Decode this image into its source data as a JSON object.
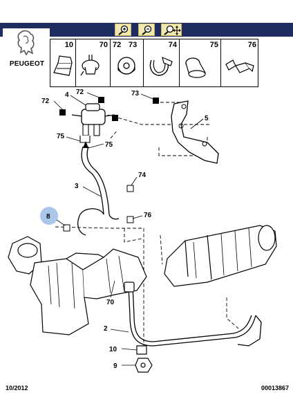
{
  "toolbar": {
    "buttons": [
      {
        "name": "zoom-in-icon"
      },
      {
        "name": "zoom-out-icon"
      },
      {
        "name": "zoom-move-icon"
      }
    ]
  },
  "logo": {
    "text": "PEUGEOT"
  },
  "ref_table": {
    "cells": [
      "10",
      "70",
      "72",
      "73",
      "74",
      "75",
      "76"
    ]
  },
  "callouts": {
    "c72a": "72",
    "c4": "4",
    "c72b": "72",
    "c73": "73",
    "c5": "5",
    "c75a": "75",
    "c75b": "75",
    "c74": "74",
    "c3": "3",
    "c8": "8",
    "c76": "76",
    "c70": "70",
    "c2": "2",
    "c10": "10",
    "c9": "9"
  },
  "footer": {
    "date": "10/2012",
    "code": "00013867"
  },
  "colors": {
    "toolbar": "#1f2c5f",
    "button": "#f0e8b0",
    "highlight": "#aac6e8"
  }
}
